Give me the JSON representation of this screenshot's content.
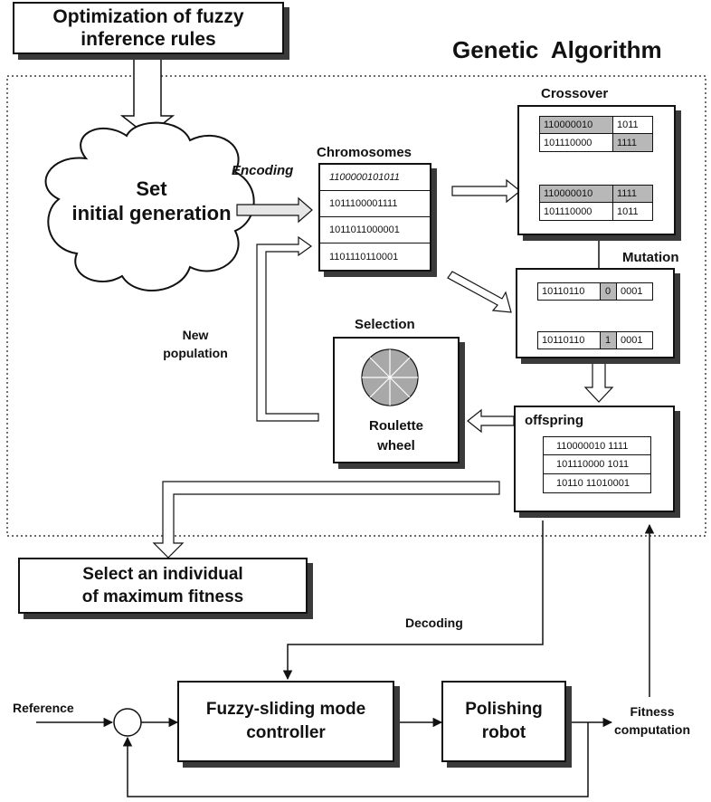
{
  "top_box": {
    "line1": "Optimization of fuzzy",
    "line2": "inference rules"
  },
  "ga_title": "Genetic  Algorithm",
  "cloud": {
    "line1": "Set",
    "line2": "initial generation"
  },
  "encoding_label": "Encoding",
  "chromosomes": {
    "title": "Chromosomes",
    "items": [
      "1100000101011",
      "1011100001111",
      "1011011000001",
      "1101110110001"
    ]
  },
  "crossover": {
    "title": "Crossover",
    "before": [
      [
        "110000010",
        "1011"
      ],
      [
        "101110000",
        "1111"
      ]
    ],
    "after": [
      [
        "110000010",
        "1111"
      ],
      [
        "101110000",
        "1011"
      ]
    ]
  },
  "mutation": {
    "title": "Mutation",
    "before": [
      "10110110",
      "0",
      "0001"
    ],
    "after": [
      "10110110",
      "1",
      "0001"
    ]
  },
  "offspring": {
    "title": "offspring",
    "items": [
      "110000010 1111",
      "101110000 1011",
      "10110 11010001"
    ]
  },
  "selection": {
    "title": "Selection",
    "line1": "Roulette",
    "line2": "wheel"
  },
  "new_population": {
    "line1": "New",
    "line2": "population"
  },
  "select_box": {
    "line1": "Select an individual",
    "line2": "of maximum fitness"
  },
  "decoding_label": "Decoding",
  "reference_label": "Reference",
  "controller": {
    "line1": "Fuzzy-sliding mode",
    "line2": "controller"
  },
  "robot": {
    "line1": "Polishing",
    "line2": "robot"
  },
  "fitness": {
    "line1": "Fitness",
    "line2": "computation"
  }
}
